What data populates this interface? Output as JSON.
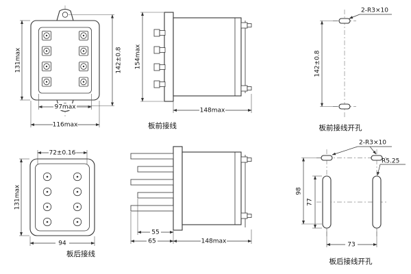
{
  "colors": {
    "line": "#333333",
    "background": "#ffffff"
  },
  "views": {
    "front": {
      "dim_height_body": "131max",
      "dim_height_holes": "142±0.8",
      "dim_width_terminals": "97max",
      "dim_width_body": "116max"
    },
    "side_front": {
      "dim_height": "154max",
      "dim_depth": "148max",
      "caption": "板前接线"
    },
    "front_holes": {
      "slot_note": "2-R3×10",
      "dim_hole_spacing": "142±0.8",
      "caption": "板前接线开孔"
    },
    "rear": {
      "dim_stud_spacing": "72±0.16",
      "dim_height": "131max",
      "dim_width": "94",
      "caption": "板后接线"
    },
    "side_rear": {
      "dim_pin_short": "55",
      "dim_pin_long": "65",
      "dim_depth": "148max"
    },
    "rear_holes": {
      "slot_note": "2-R3×10",
      "radius_note": "R5.25",
      "dim_height_total": "98",
      "dim_slot_length": "77",
      "dim_slot_spacing": "73",
      "caption": "板后接线开孔"
    }
  }
}
